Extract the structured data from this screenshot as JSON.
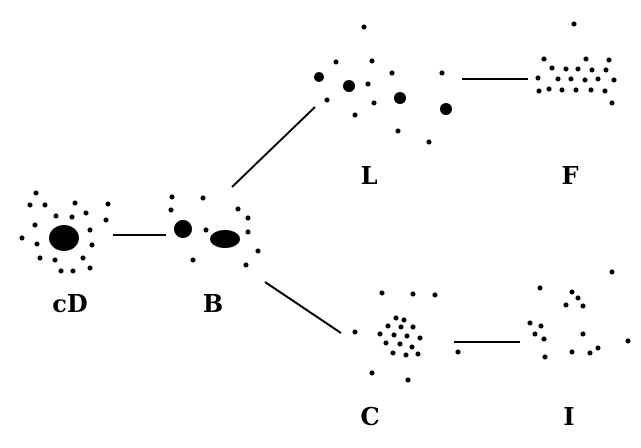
{
  "diagram": {
    "ink_color": "#000000",
    "background_color": "#ffffff",
    "nodes": [
      {
        "id": "cD",
        "label": "cD"
      },
      {
        "id": "B",
        "label": "B"
      },
      {
        "id": "L",
        "label": "L"
      },
      {
        "id": "F",
        "label": "F"
      },
      {
        "id": "C",
        "label": "C"
      },
      {
        "id": "I",
        "label": "I"
      }
    ],
    "edges": [
      {
        "from": "cD",
        "to": "B"
      },
      {
        "from": "B",
        "to": "L"
      },
      {
        "from": "B",
        "to": "C"
      },
      {
        "from": "L",
        "to": "F"
      },
      {
        "from": "C",
        "to": "I"
      }
    ]
  }
}
